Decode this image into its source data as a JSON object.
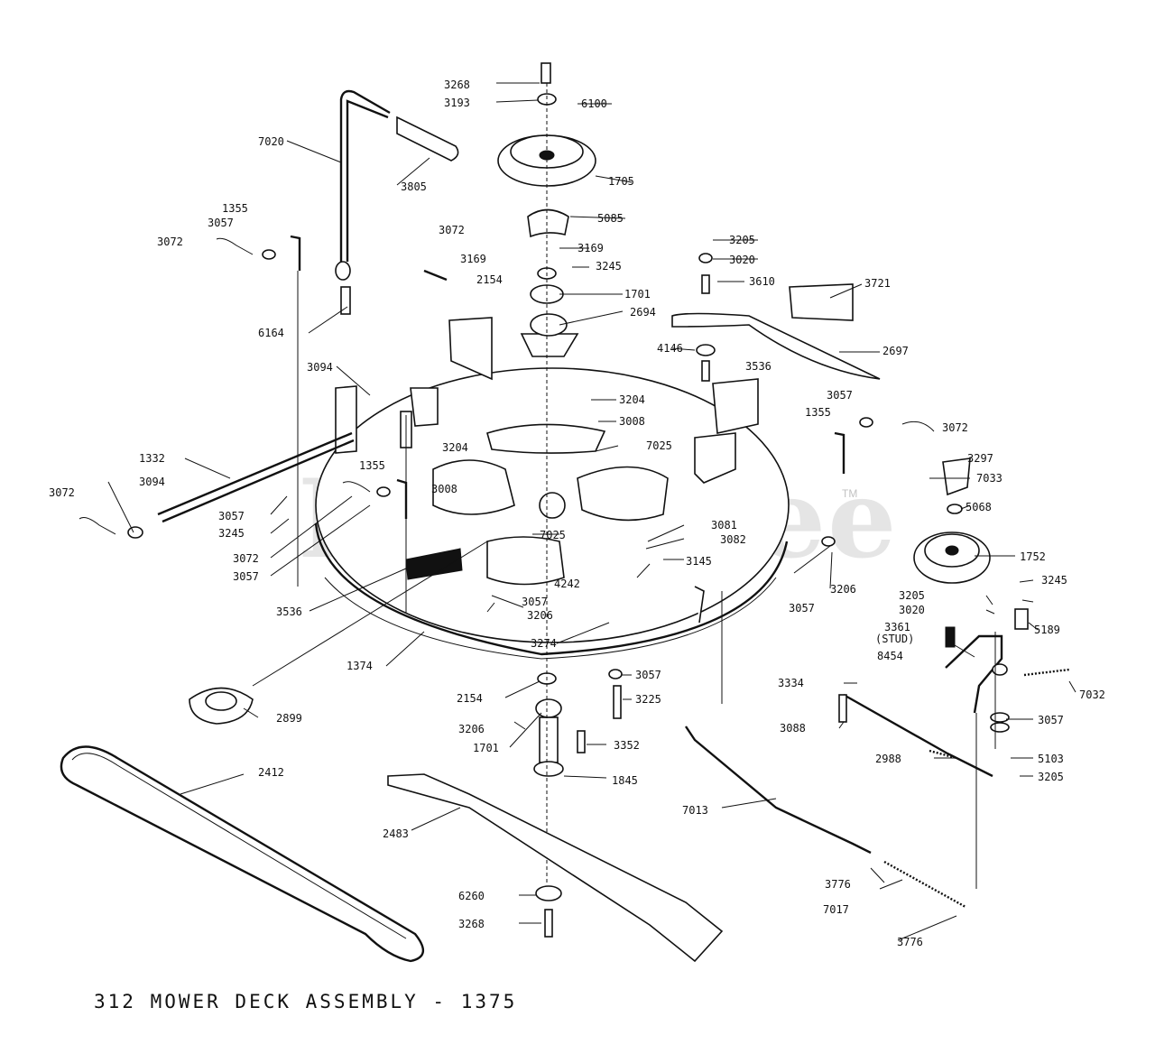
{
  "diagram": {
    "caption": "312 MOWER DECK ASSEMBLY - 1375",
    "watermark": "PartsTree",
    "watermark_mark": "TM",
    "part_labels": [
      "3268",
      "3193",
      "6100",
      "1705",
      "7020",
      "3805",
      "5085",
      "1355",
      "3057",
      "3072",
      "3072",
      "3169",
      "3169",
      "3245",
      "2154",
      "1701",
      "2694",
      "3205",
      "3020",
      "3610",
      "3721",
      "6164",
      "4146",
      "2697",
      "3094",
      "3536",
      "3057",
      "1355",
      "3204",
      "3008",
      "3072",
      "7025",
      "3204",
      "3297",
      "7033",
      "1332",
      "1355",
      "3008",
      "3072",
      "3094",
      "3057",
      "3245",
      "5068",
      "3072",
      "3057",
      "7025",
      "3081",
      "3082",
      "3145",
      "4242",
      "1752",
      "3206",
      "3245",
      "3536",
      "3057",
      "3057",
      "3206",
      "3205",
      "3020",
      "3361",
      "(STUD)",
      "5189",
      "3274",
      "8454",
      "1374",
      "3057",
      "7032",
      "2154",
      "3225",
      "3334",
      "2899",
      "3206",
      "1701",
      "3352",
      "3088",
      "3057",
      "2412",
      "1845",
      "5103",
      "3205",
      "2988",
      "7013",
      "2483",
      "3776",
      "7017",
      "6260",
      "3268",
      "3776"
    ]
  }
}
